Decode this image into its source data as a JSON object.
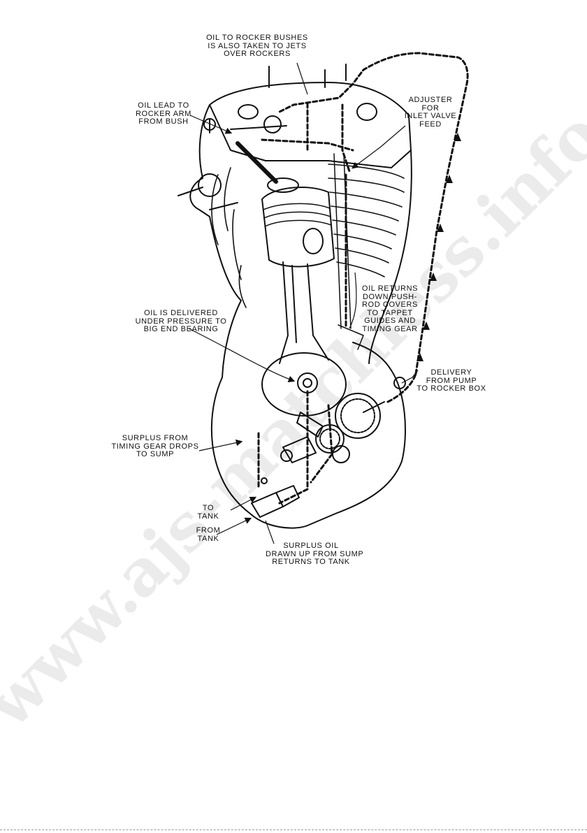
{
  "watermark": "www.ajs-matchless.info",
  "labels": {
    "rocker_bushes": [
      "OIL TO ROCKER BUSHES",
      "IS ALSO TAKEN TO JETS",
      "OVER ROCKERS"
    ],
    "rocker_arm": [
      "OIL LEAD TO",
      "ROCKER ARM",
      "FROM BUSH"
    ],
    "adjuster": [
      "ADJUSTER",
      "FOR",
      "INLET VALVE",
      "FEED"
    ],
    "returns": [
      "OIL RETURNS",
      "DOWN PUSH-",
      "ROD COVERS",
      "TO TAPPET",
      "GUIDES AND",
      "TIMING GEAR"
    ],
    "big_end": [
      "OIL IS DELIVERED",
      "UNDER PRESSURE TO",
      "BIG END BEARING"
    ],
    "delivery": [
      "DELIVERY",
      "FROM PUMP",
      "TO ROCKER BOX"
    ],
    "surplus_timing": [
      "SURPLUS FROM",
      "TIMING GEAR DROPS",
      "TO SUMP"
    ],
    "to_tank": [
      "TO",
      "TANK"
    ],
    "from_tank": [
      "FROM",
      "TANK"
    ],
    "surplus_oil": [
      "SURPLUS OIL",
      "DRAWN UP FROM SUMP",
      "RETURNS TO TANK"
    ]
  },
  "colors": {
    "ink": "#111111",
    "watermark": "#d4d4d4"
  },
  "icons": [
    "engine-cutaway-illustration",
    "oil-flow-arrows"
  ]
}
